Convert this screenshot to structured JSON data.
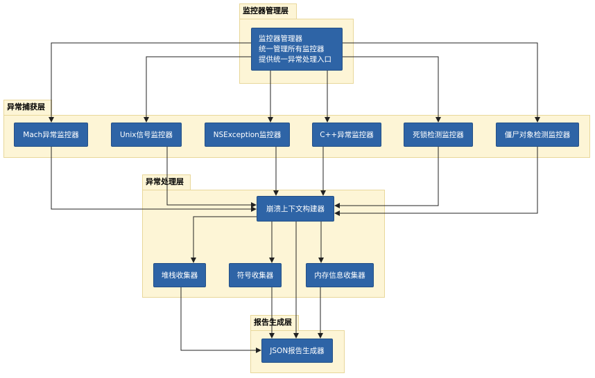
{
  "layers": {
    "monitor_mgmt": "监控器管理层",
    "capture": "异常捕获层",
    "processing": "异常处理层",
    "report": "报告生成层"
  },
  "nodes": {
    "manager": [
      "监控器管理器",
      "统一管理所有监控器",
      "提供统一异常处理入口"
    ],
    "mach": "Mach异常监控器",
    "unix": "Unix信号监控器",
    "nsexception": "NSException监控器",
    "cpp": "C++异常监控器",
    "deadlock": "死锁检测监控器",
    "zombie": "僵尸对象检测监控器",
    "context_builder": "崩溃上下文构建器",
    "stack_collector": "堆栈收集器",
    "symbol_collector": "符号收集器",
    "memory_collector": "内存信息收集器",
    "json_report": "JSON报告生成器"
  }
}
